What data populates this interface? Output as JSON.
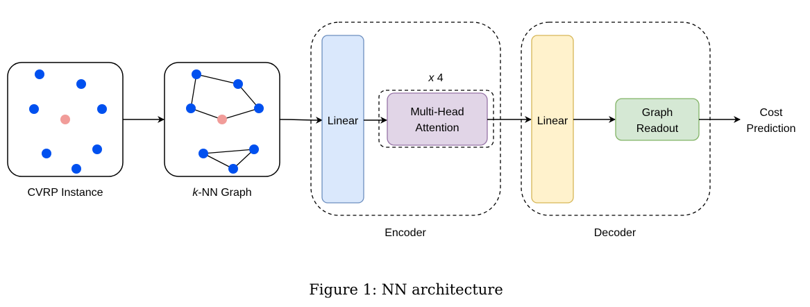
{
  "diagram": {
    "instance_label": "CVRP Instance",
    "knn_label_italic": "k",
    "knn_label_rest": "-NN Graph",
    "encoder": {
      "label": "Encoder",
      "linear_label": "Linear",
      "repeat_label_italic": "x",
      "repeat_label_rest": " 4",
      "attention_line1": "Multi-Head",
      "attention_line2": "Attention"
    },
    "decoder": {
      "label": "Decoder",
      "linear_label": "Linear",
      "readout_line1": "Graph",
      "readout_line2": "Readout"
    },
    "output_line1": "Cost",
    "output_line2": "Prediction",
    "colors": {
      "customer_node": "#0050EF",
      "depot_node": "#F19C99",
      "encoder_linear_fill": "#DAE8FC",
      "encoder_linear_stroke": "#6C8EBF",
      "attention_fill": "#E1D5E7",
      "attention_stroke": "#9673A6",
      "decoder_linear_fill": "#FFF2CC",
      "decoder_linear_stroke": "#D6B656",
      "readout_fill": "#D5E8D4",
      "readout_stroke": "#82B366"
    }
  },
  "caption": "Figure 1: NN architecture"
}
